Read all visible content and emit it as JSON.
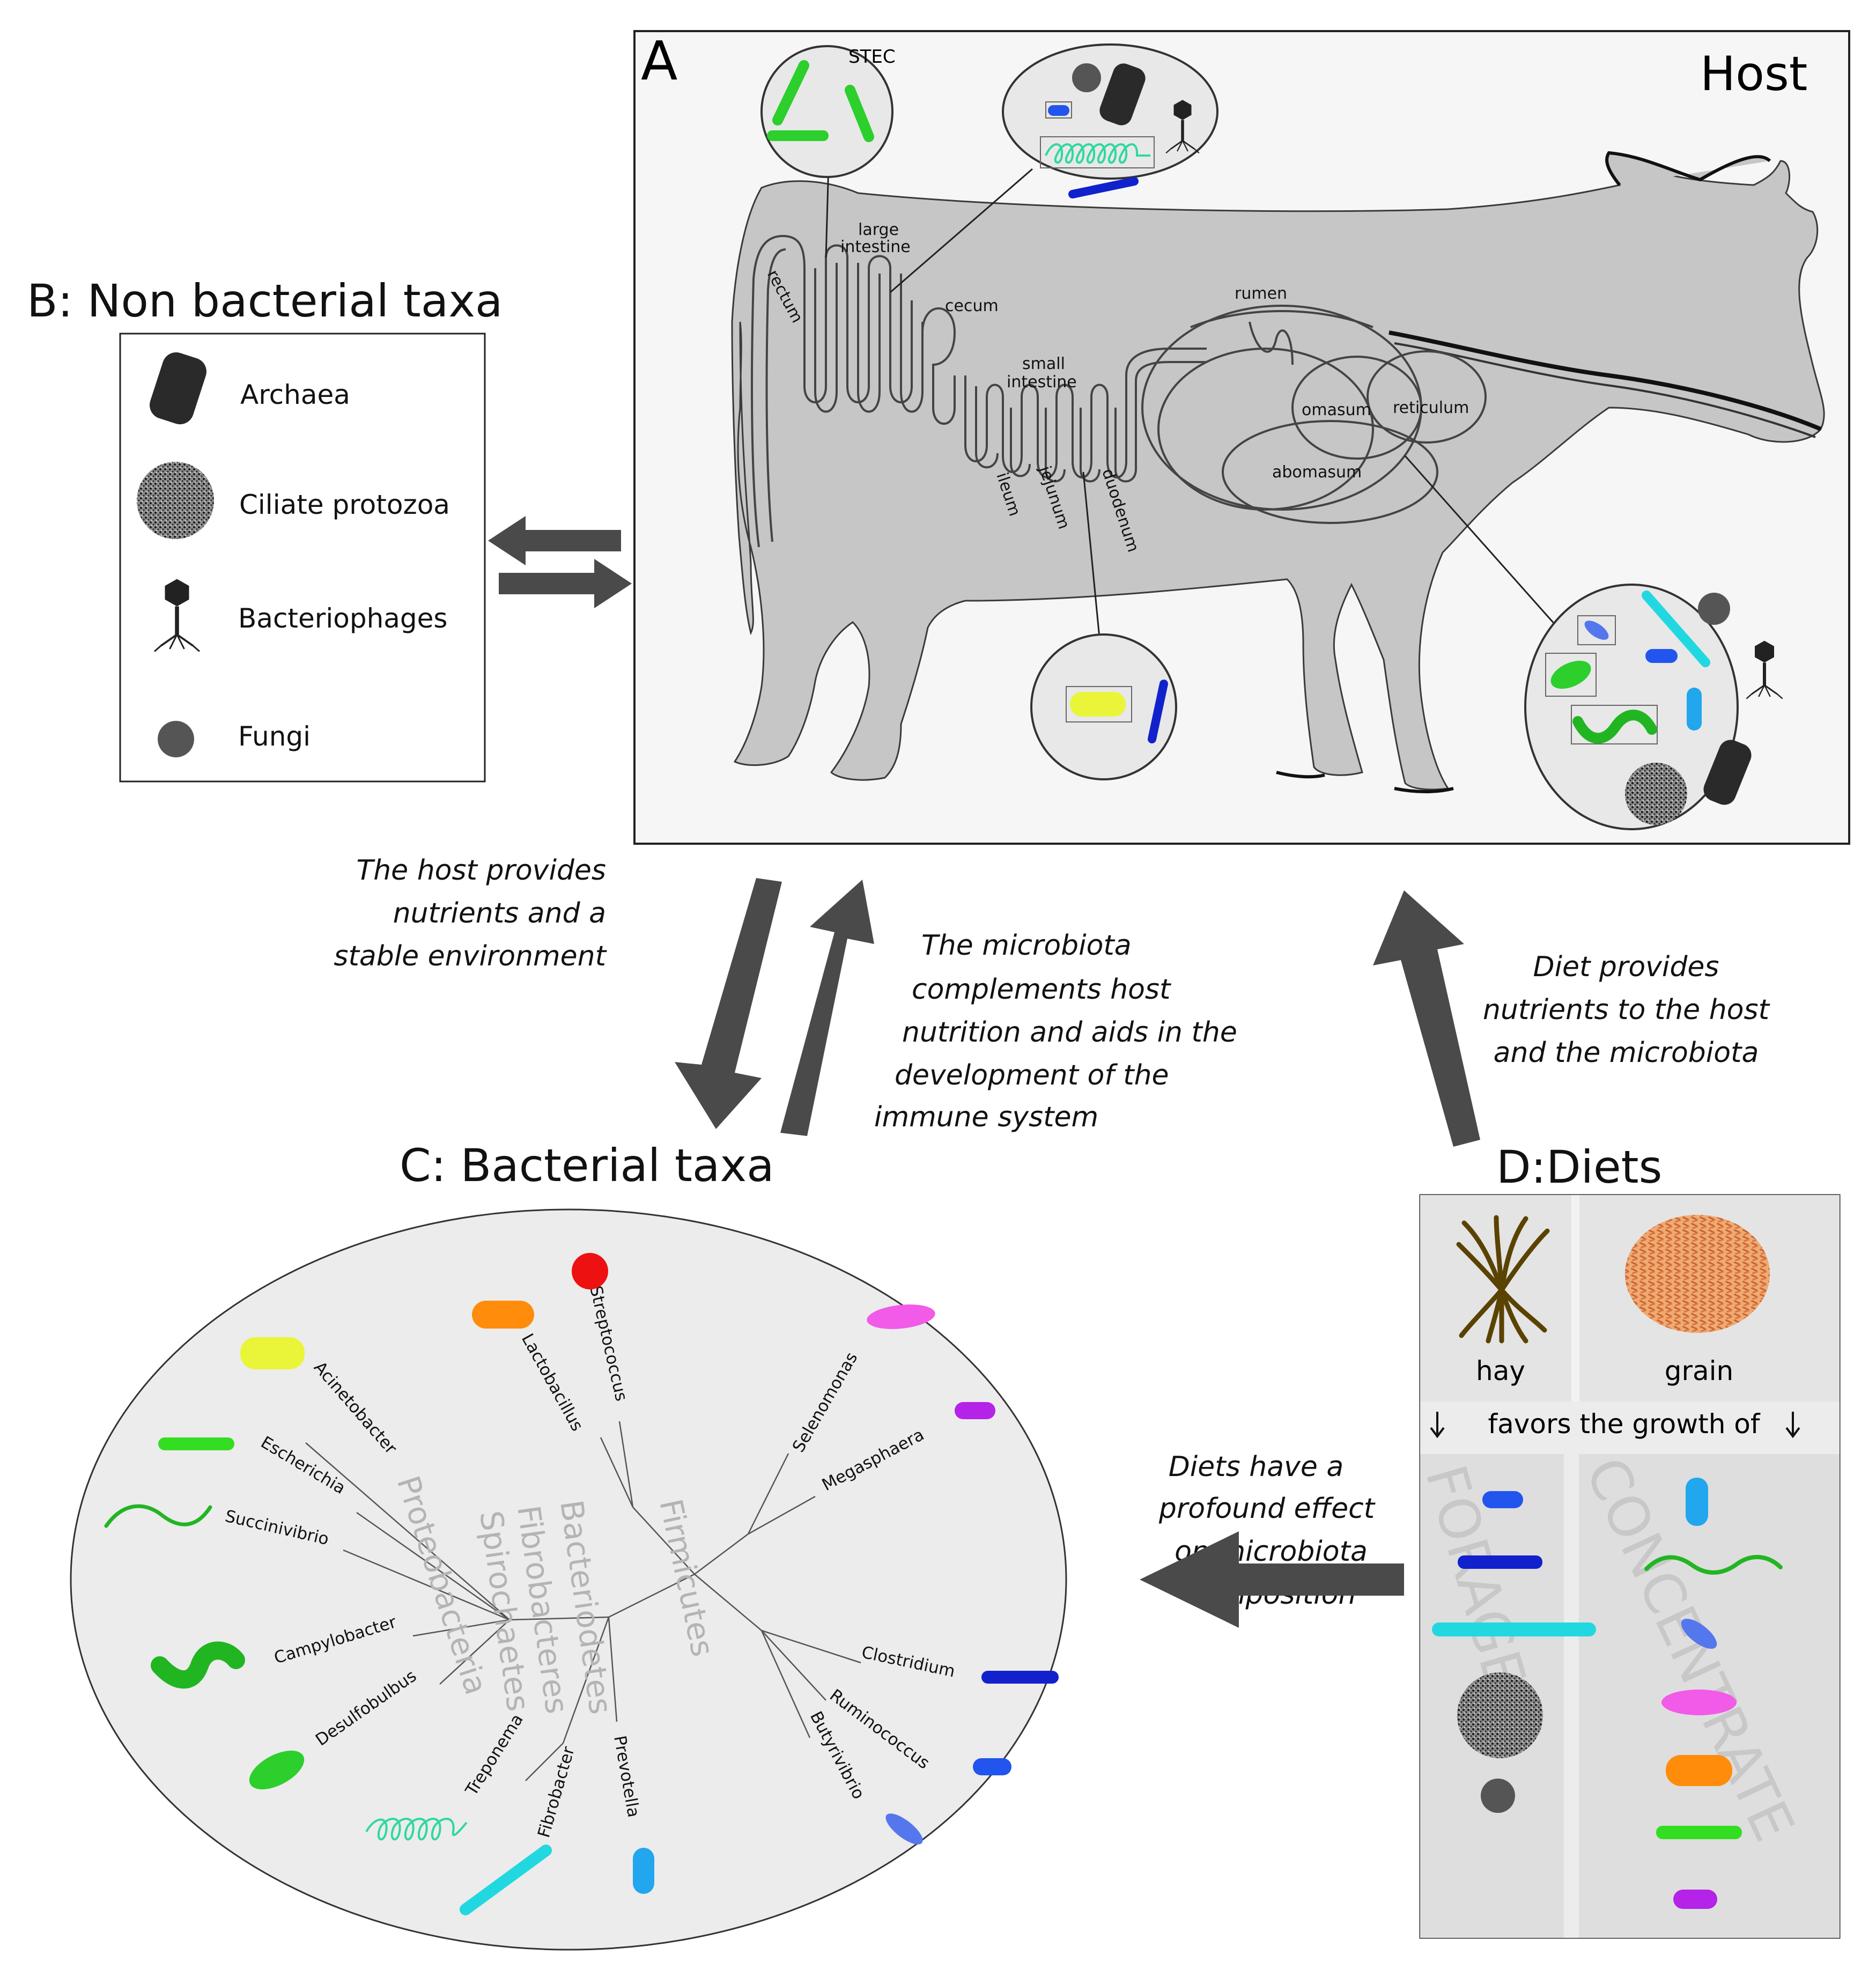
{
  "panel_a": {
    "letter": "A",
    "host_label": "Host",
    "stec_label": "STEC",
    "organs": {
      "large_intestine_1": "large",
      "large_intestine_2": "intestine",
      "rectum": "rectum",
      "cecum": "cecum",
      "small_intestine_1": "small",
      "small_intestine_2": "intestine",
      "rumen": "rumen",
      "omasum": "omasum",
      "reticulum": "reticulum",
      "abomasum": "abomasum",
      "ileum": "ileum",
      "jejunum": "jejunum",
      "duodenum": "duodenum"
    }
  },
  "panel_b": {
    "title": "B: Non bacterial taxa",
    "items": [
      "Archaea",
      "Ciliate protozoa",
      "Bacteriophages",
      "Fungi"
    ]
  },
  "panel_c": {
    "title": "C: Bacterial taxa",
    "phyla": {
      "proteobacteria": "Proteobacteria",
      "bacteroidetes": "Bacteriodetes",
      "fibrobacteres": "Fibrobacteres",
      "spirochaetes": "Spirochaetes",
      "firmicutes": "Firmicutes"
    },
    "taxa": {
      "streptococcus": "Streptococcus",
      "lactobacillus": "Lactobacillus",
      "acinetobacter": "Acinetobacter",
      "escherichia": "Escherichia",
      "succinivibrio": "Succinivibrio",
      "campylobacter": "Campylobacter",
      "desulfobulbus": "Desulfobulbus",
      "treponema": "Treponema",
      "fibrobacter": "Fibrobacter",
      "prevotella": "Prevotella",
      "butyrivibrio": "Butyrivibrio",
      "ruminococcus": "Ruminococcus",
      "clostridium": "Clostridium",
      "megasphaera": "Megasphaera",
      "selenomonas": "Selenomonas"
    }
  },
  "panel_d": {
    "title": "D:Diets",
    "hay_label": "hay",
    "grain_label": "grain",
    "favors_label": "favors the growth of",
    "forage_label": "FORAGE",
    "concentrate_label": "CONCENTRATE"
  },
  "captions": {
    "host_provides": [
      "The host provides",
      "nutrients and  a",
      "stable environment"
    ],
    "microbiota_complements": [
      "The microbiota",
      "complements host",
      "nutrition and aids in the",
      "development of the",
      "immune system"
    ],
    "diet_provides": [
      "Diet provides",
      "nutrients to the host",
      "and the microbiota"
    ],
    "diets_effect": [
      "Diets have a",
      "profound effect",
      "on microbiota",
      "composition"
    ]
  },
  "colors": {
    "arrow": "#4a4a4a",
    "body": "#c6c6c6",
    "green": "#33dd22",
    "dark_blue": "#1122cc",
    "blue": "#2255ee",
    "cyan": "#22d8e0",
    "light_blue": "#22a6ee",
    "yellow": "#eaf53a",
    "orange": "#ff8c0a",
    "magenta": "#f25ae8",
    "purple": "#b522e8",
    "red": "#ee1111"
  }
}
